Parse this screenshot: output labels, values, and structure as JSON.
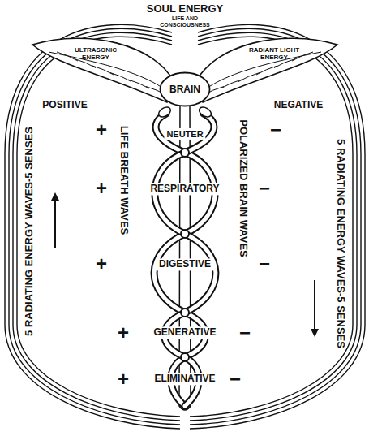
{
  "diagram": {
    "title": "SOUL ENERGY",
    "nodes": [
      {
        "text": [
          "BRAIN"
        ]
      }
    ],
    "labels": [
      "LIFE AND CONSCIOUSNESS",
      "ULTRASONIC ENERGY",
      "RADIANT LIGHT ENERGY",
      "POSITIVE",
      "NEGATIVE",
      "5 RADIATING ENERGY WAVES-5 SENSES",
      "5 RADIATING ENERGY WAVES-5 SENSES",
      "LIFE BREATH WAVES",
      "POLARIZED BRAIN WAVES",
      "NEUTER",
      "RESPIRATORY",
      "DIGESTIVE",
      "GENERATIVE",
      "ELIMINATIVE",
      "+",
      "+",
      "+",
      "+",
      "+",
      "−",
      "−",
      "−",
      "−",
      "−"
    ]
  }
}
